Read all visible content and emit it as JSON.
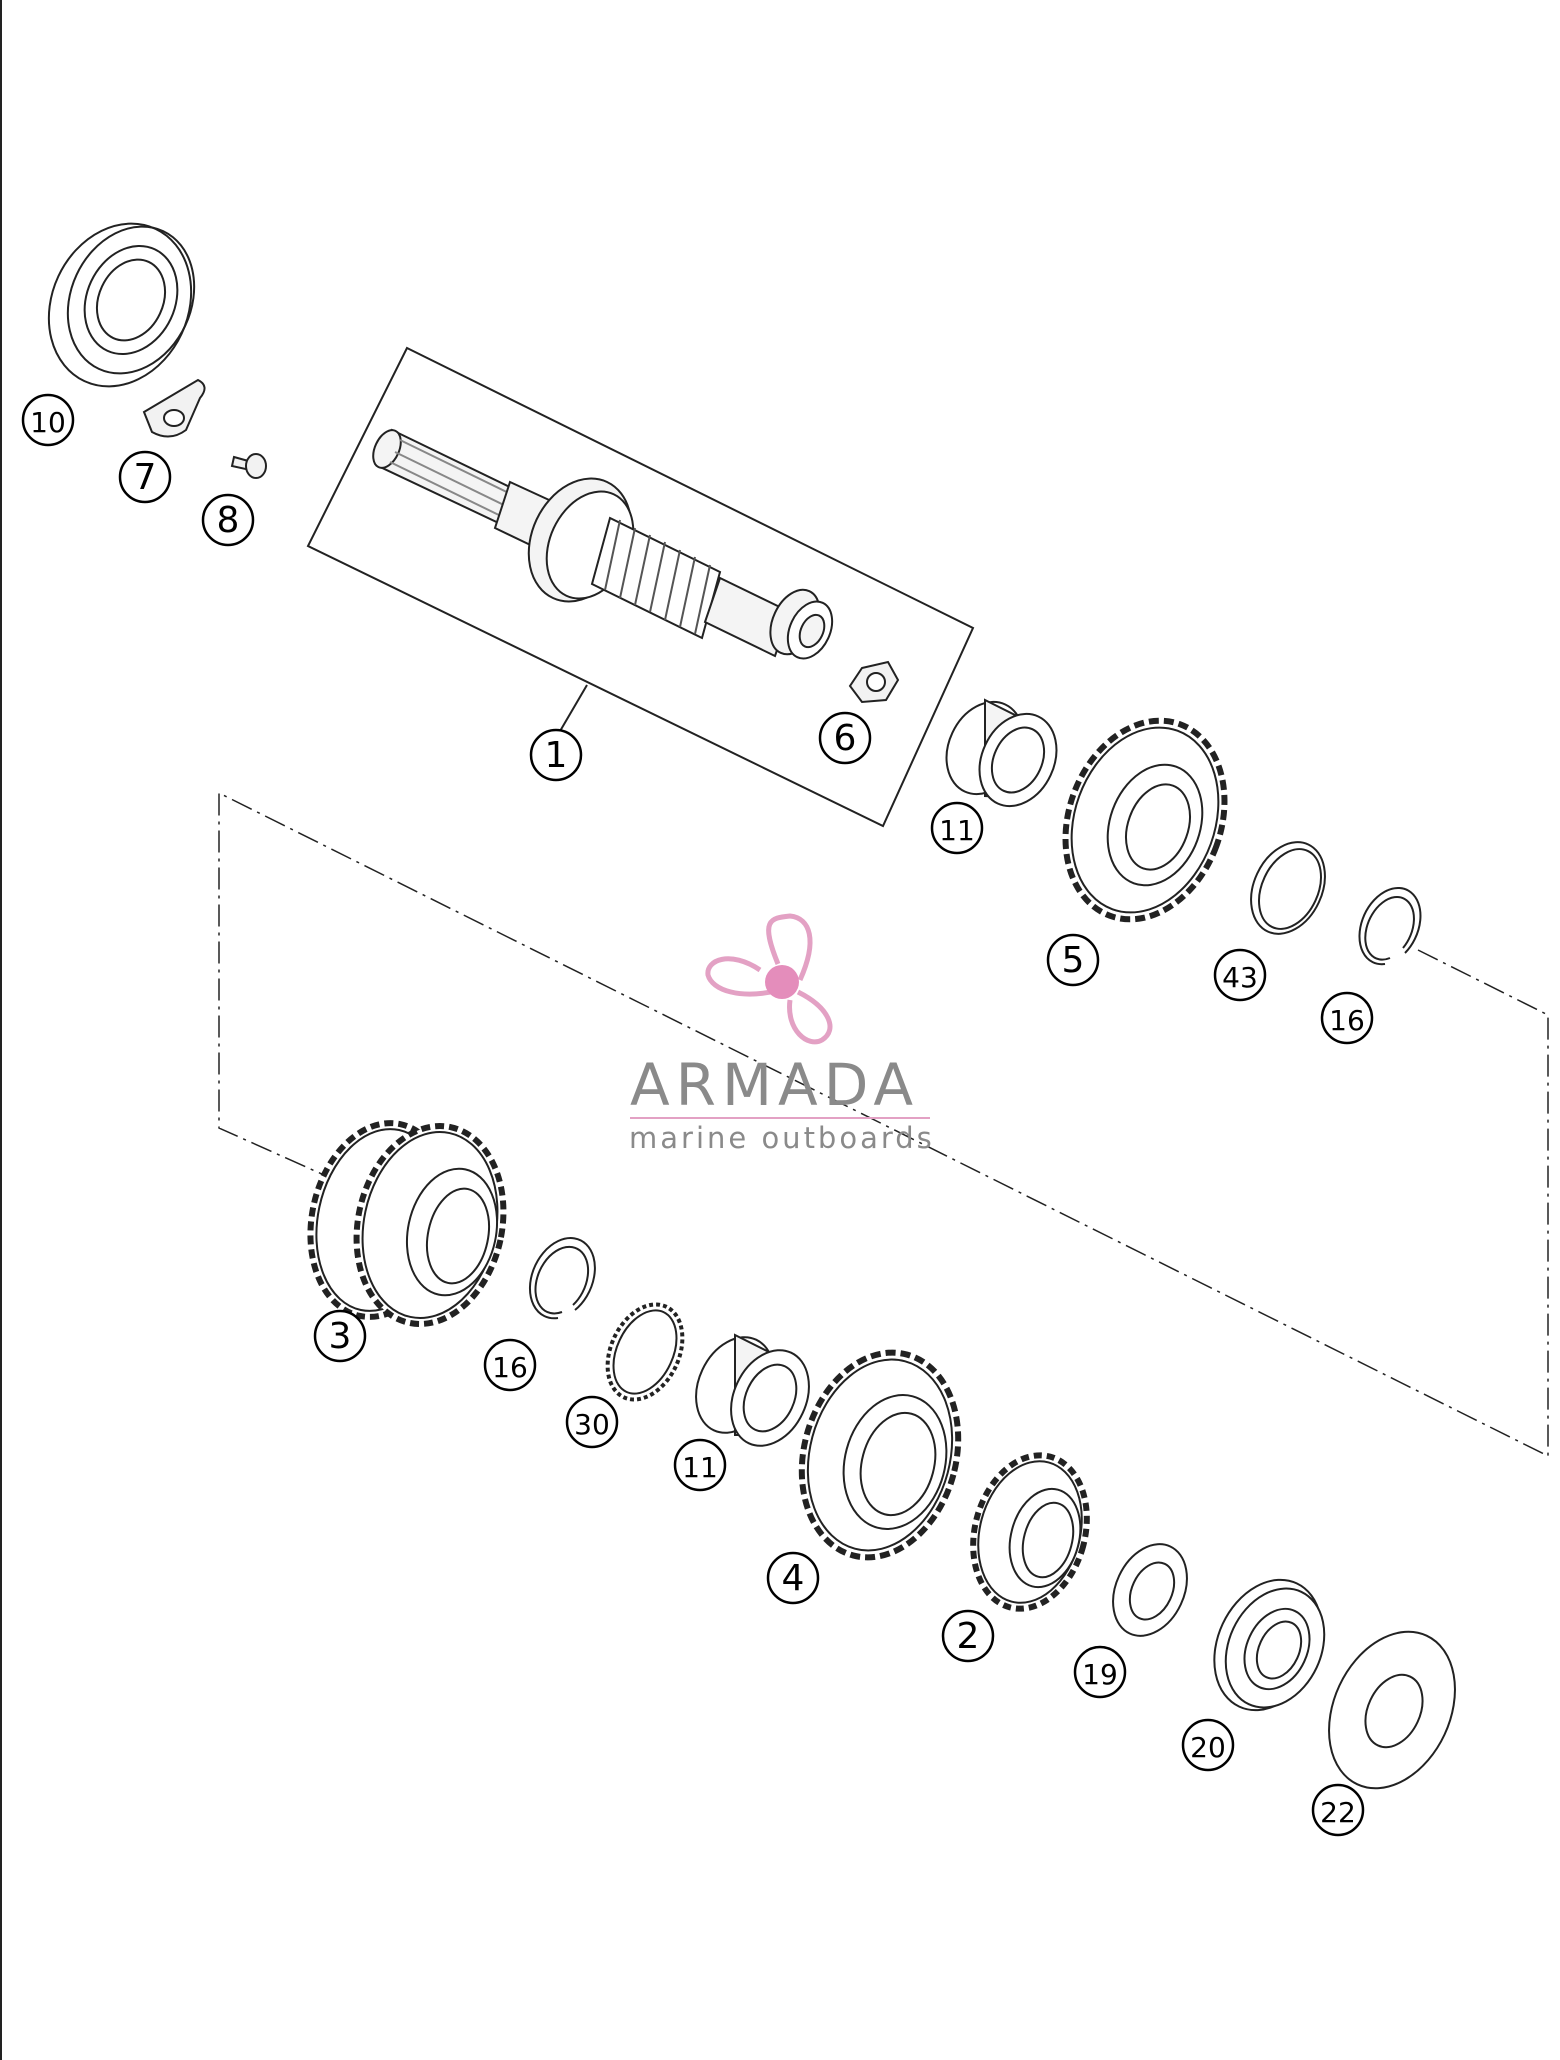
{
  "diagram": {
    "type": "exploded-parts-diagram",
    "callouts": [
      {
        "id": "c10a",
        "label": "10"
      },
      {
        "id": "c7",
        "label": "7"
      },
      {
        "id": "c8",
        "label": "8"
      },
      {
        "id": "c1",
        "label": "1"
      },
      {
        "id": "c6",
        "label": "6"
      },
      {
        "id": "c11a",
        "label": "11"
      },
      {
        "id": "c5",
        "label": "5"
      },
      {
        "id": "c43",
        "label": "43"
      },
      {
        "id": "c16a",
        "label": "16"
      },
      {
        "id": "c3",
        "label": "3"
      },
      {
        "id": "c16b",
        "label": "16"
      },
      {
        "id": "c30",
        "label": "30"
      },
      {
        "id": "c11b",
        "label": "11"
      },
      {
        "id": "c4",
        "label": "4"
      },
      {
        "id": "c2",
        "label": "2"
      },
      {
        "id": "c19",
        "label": "19"
      },
      {
        "id": "c20",
        "label": "20"
      },
      {
        "id": "c22",
        "label": "22"
      }
    ]
  },
  "watermark": {
    "name": "ARMADA",
    "tagline": "marine outboards",
    "icon": "propeller-icon",
    "colors": {
      "accent": "#e3a1c4",
      "hub": "#e48dbb",
      "text": "#8a8a8a"
    }
  }
}
